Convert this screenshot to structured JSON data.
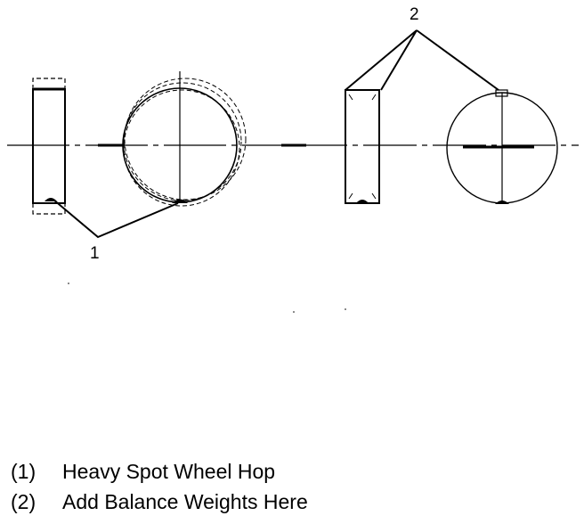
{
  "diagram": {
    "callouts": [
      {
        "number": "1"
      },
      {
        "number": "2"
      }
    ]
  },
  "legend": {
    "items": [
      {
        "number": "(1)",
        "text": "Heavy Spot Wheel Hop"
      },
      {
        "number": "(2)",
        "text": "Add Balance Weights Here"
      }
    ]
  }
}
